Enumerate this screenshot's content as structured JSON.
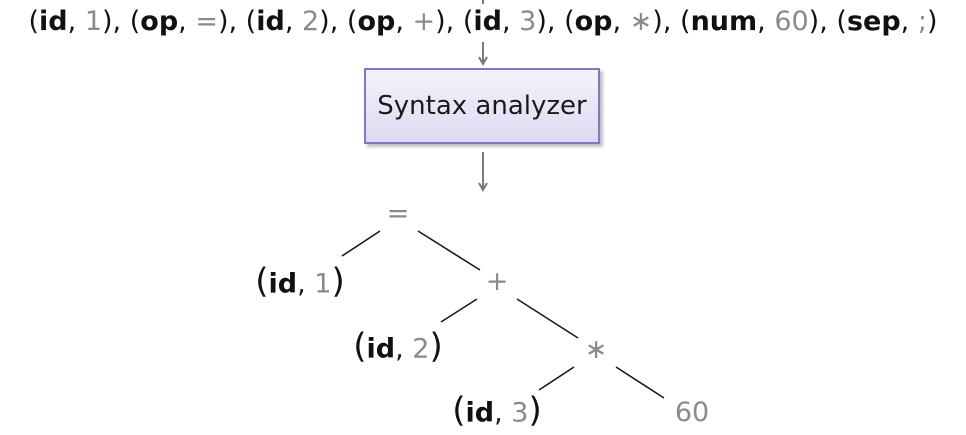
{
  "token_stream": [
    {
      "kind": "id",
      "value": "1"
    },
    {
      "kind": "op",
      "value": "="
    },
    {
      "kind": "id",
      "value": "2"
    },
    {
      "kind": "op",
      "value": "+"
    },
    {
      "kind": "id",
      "value": "3"
    },
    {
      "kind": "op",
      "value": "∗"
    },
    {
      "kind": "num",
      "value": "60"
    },
    {
      "kind": "sep",
      "value": ";"
    }
  ],
  "analyzer": {
    "label": "Syntax analyzer"
  },
  "tree": {
    "assign_op": "=",
    "plus_op": "+",
    "mul_op": "∗",
    "leaf_id1": {
      "kind": "id",
      "value": "1"
    },
    "leaf_id2": {
      "kind": "id",
      "value": "2"
    },
    "leaf_id3": {
      "kind": "id",
      "value": "3"
    },
    "leaf_num": "60"
  },
  "colors": {
    "arrow": "#7a7a7a",
    "box_border": "#8078c0",
    "box_fill_top": "#f4f3fb",
    "box_fill_bottom": "#dcdaf2",
    "value_gray": "#8a8a8a"
  }
}
